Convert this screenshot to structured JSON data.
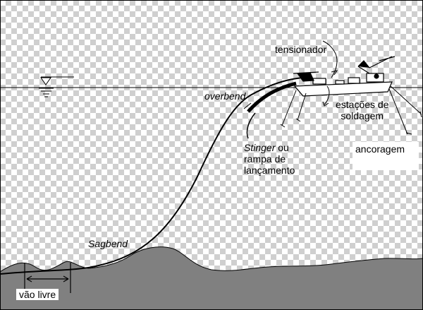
{
  "labels": {
    "tensionador": "tensionador",
    "overbend": "overbend",
    "estacoes_line1": "estações de",
    "estacoes_line2": "soldagem",
    "stinger_word": "Stinger",
    "stinger_ou": " ou",
    "rampa_line2": "rampa de",
    "rampa_line3": "lançamento",
    "ancoragem": "ancoragem",
    "sagbend": "Sagbend",
    "vao_livre": "vão livre"
  },
  "colors": {
    "seabed": "#808080",
    "line": "#000000",
    "label_bg": "#ffffff"
  }
}
